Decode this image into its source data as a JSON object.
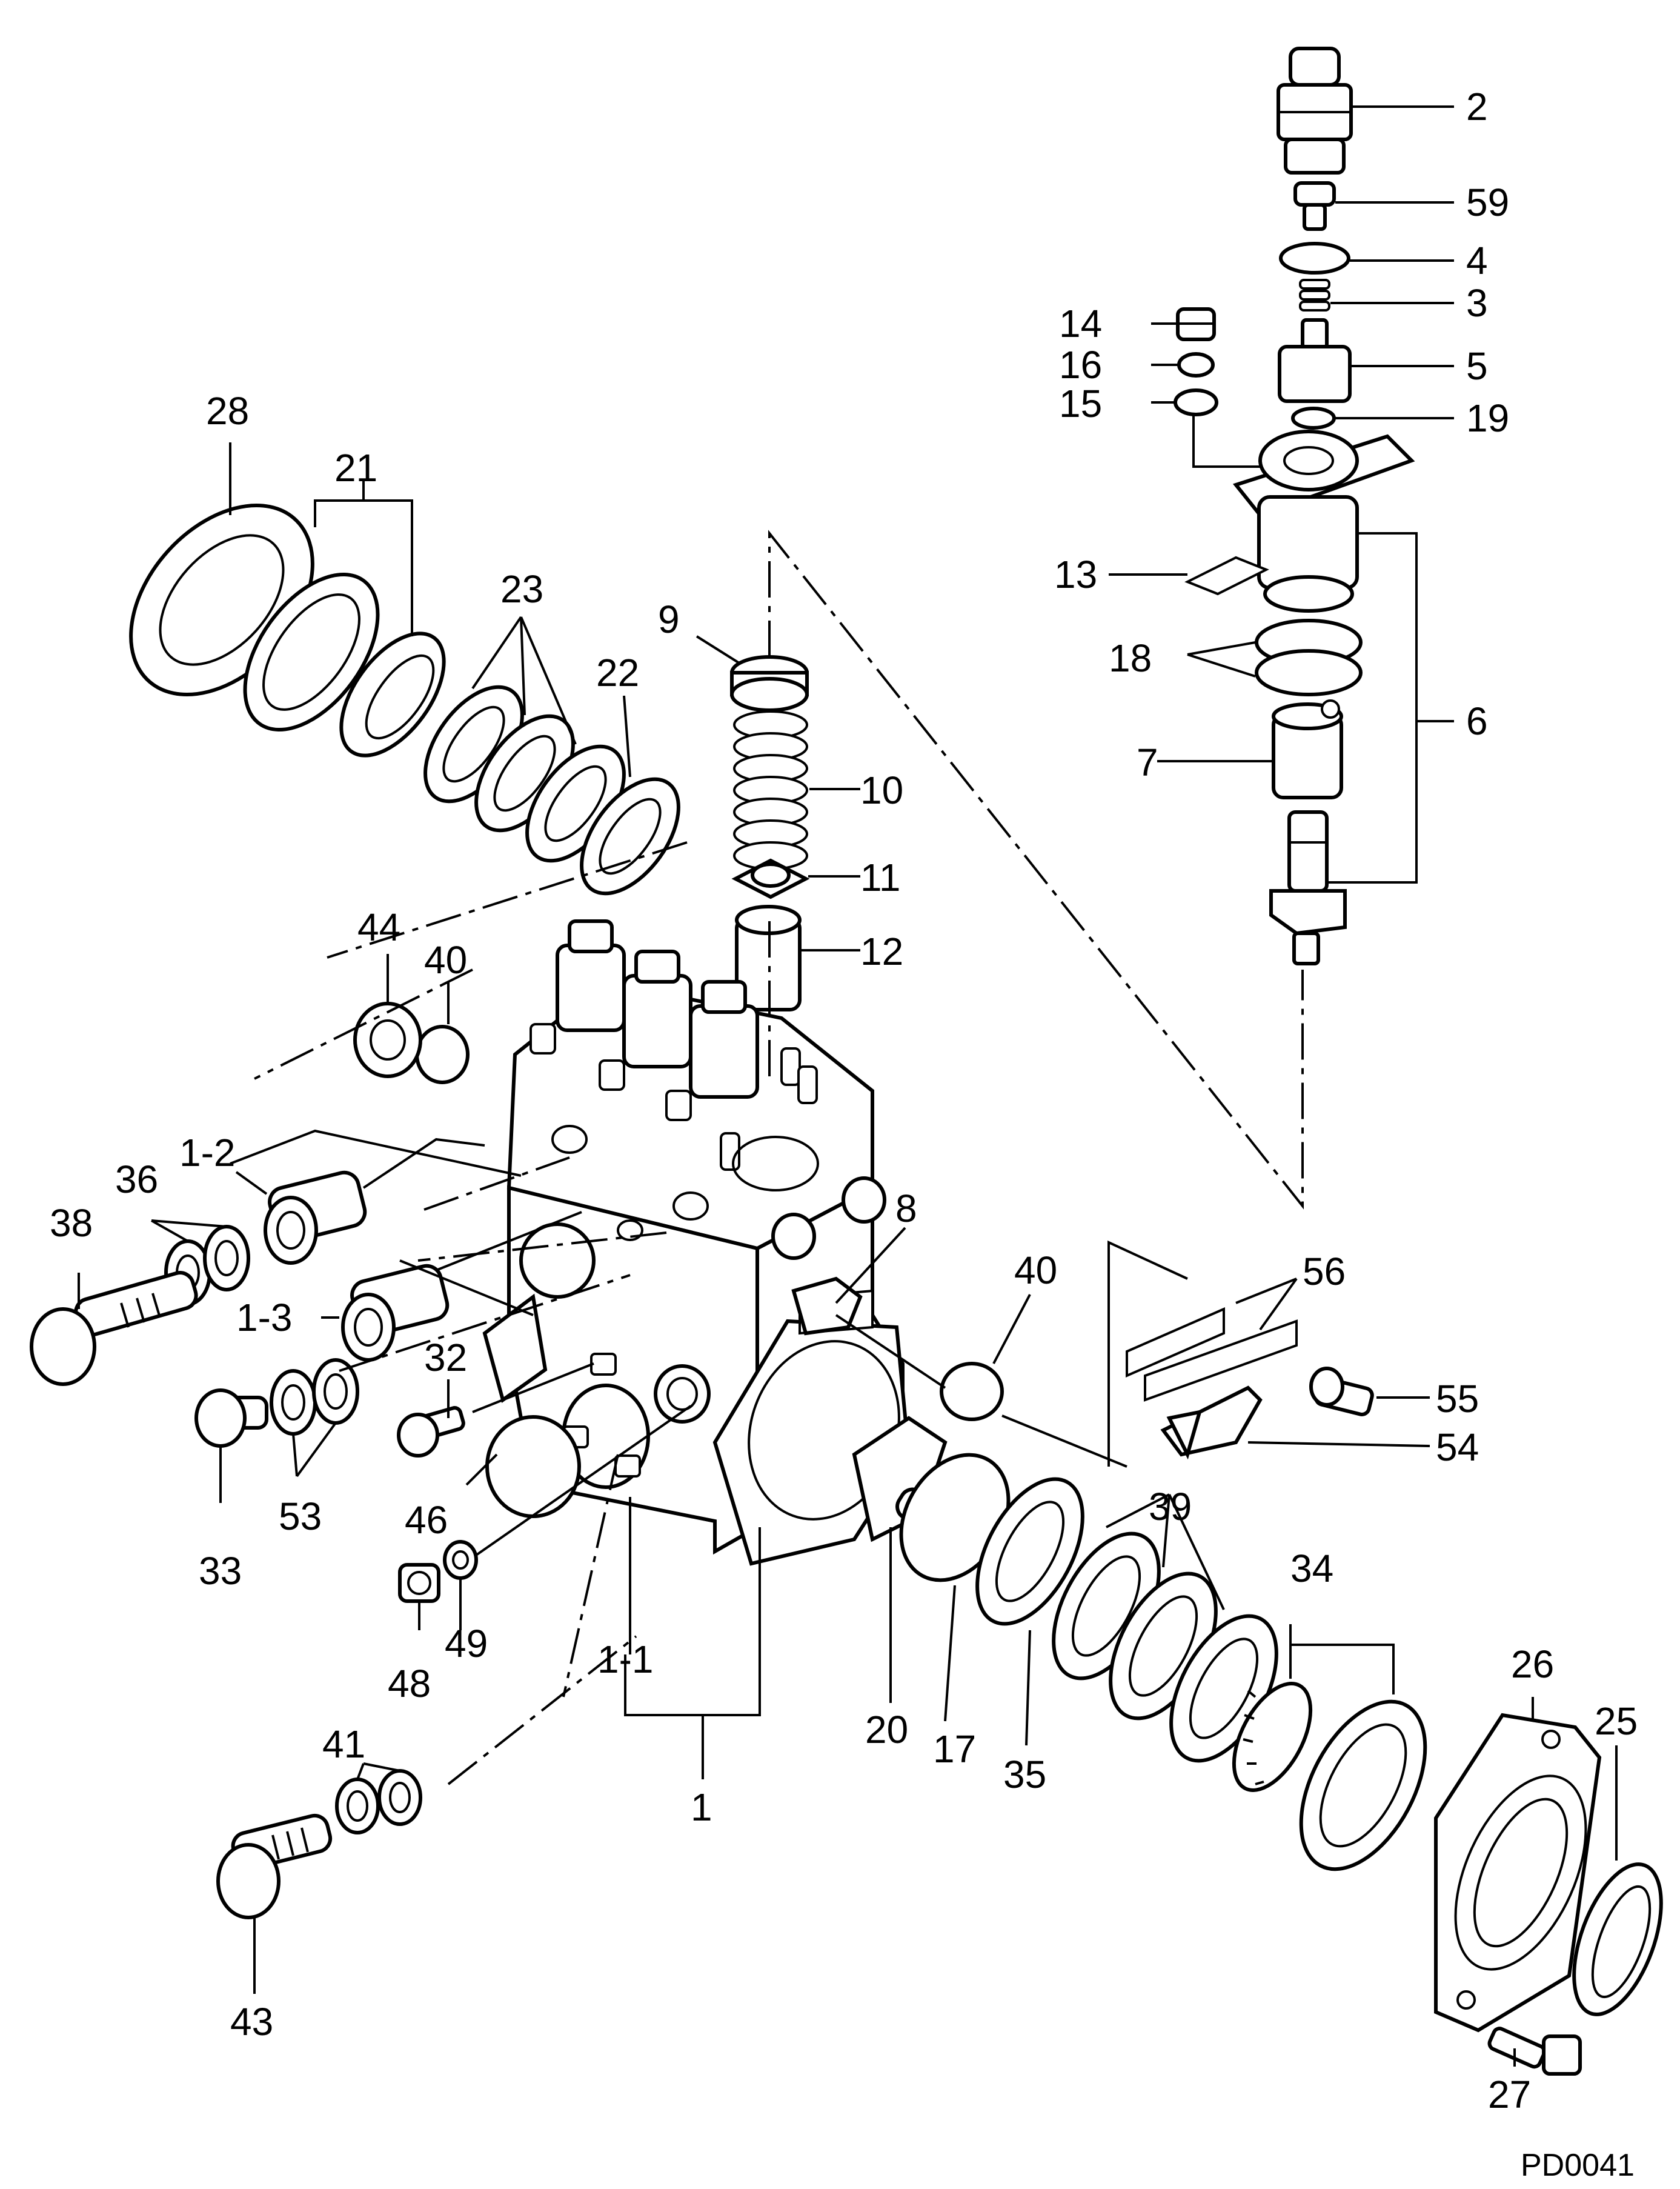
{
  "drawing_code": "PD0041",
  "callouts": [
    {
      "id": "c2",
      "text": "2"
    },
    {
      "id": "c59",
      "text": "59"
    },
    {
      "id": "c4",
      "text": "4"
    },
    {
      "id": "c3",
      "text": "3"
    },
    {
      "id": "c14",
      "text": "14"
    },
    {
      "id": "c16",
      "text": "16"
    },
    {
      "id": "c5",
      "text": "5"
    },
    {
      "id": "c15",
      "text": "15"
    },
    {
      "id": "c19",
      "text": "19"
    },
    {
      "id": "c28",
      "text": "28"
    },
    {
      "id": "c21",
      "text": "21"
    },
    {
      "id": "c13",
      "text": "13"
    },
    {
      "id": "c23",
      "text": "23"
    },
    {
      "id": "c9",
      "text": "9"
    },
    {
      "id": "c18",
      "text": "18"
    },
    {
      "id": "c22",
      "text": "22"
    },
    {
      "id": "c6",
      "text": "6"
    },
    {
      "id": "c7",
      "text": "7"
    },
    {
      "id": "c10",
      "text": "10"
    },
    {
      "id": "c11",
      "text": "11"
    },
    {
      "id": "c44",
      "text": "44"
    },
    {
      "id": "c40a",
      "text": "40"
    },
    {
      "id": "c12",
      "text": "12"
    },
    {
      "id": "c36",
      "text": "36"
    },
    {
      "id": "c1-2",
      "text": "1-2"
    },
    {
      "id": "c38",
      "text": "38"
    },
    {
      "id": "c8",
      "text": "8"
    },
    {
      "id": "c40b",
      "text": "40"
    },
    {
      "id": "c56",
      "text": "56"
    },
    {
      "id": "c1-3",
      "text": "1-3"
    },
    {
      "id": "c32",
      "text": "32"
    },
    {
      "id": "c55",
      "text": "55"
    },
    {
      "id": "c54",
      "text": "54"
    },
    {
      "id": "c33",
      "text": "33"
    },
    {
      "id": "c53",
      "text": "53"
    },
    {
      "id": "c46",
      "text": "46"
    },
    {
      "id": "c39",
      "text": "39"
    },
    {
      "id": "c34",
      "text": "34"
    },
    {
      "id": "c48",
      "text": "48"
    },
    {
      "id": "c49",
      "text": "49"
    },
    {
      "id": "c1-1",
      "text": "1-1"
    },
    {
      "id": "c26",
      "text": "26"
    },
    {
      "id": "c25",
      "text": "25"
    },
    {
      "id": "c20",
      "text": "20"
    },
    {
      "id": "c17",
      "text": "17"
    },
    {
      "id": "c41",
      "text": "41"
    },
    {
      "id": "c35",
      "text": "35"
    },
    {
      "id": "c1",
      "text": "1"
    },
    {
      "id": "c43",
      "text": "43"
    },
    {
      "id": "c27",
      "text": "27"
    }
  ]
}
